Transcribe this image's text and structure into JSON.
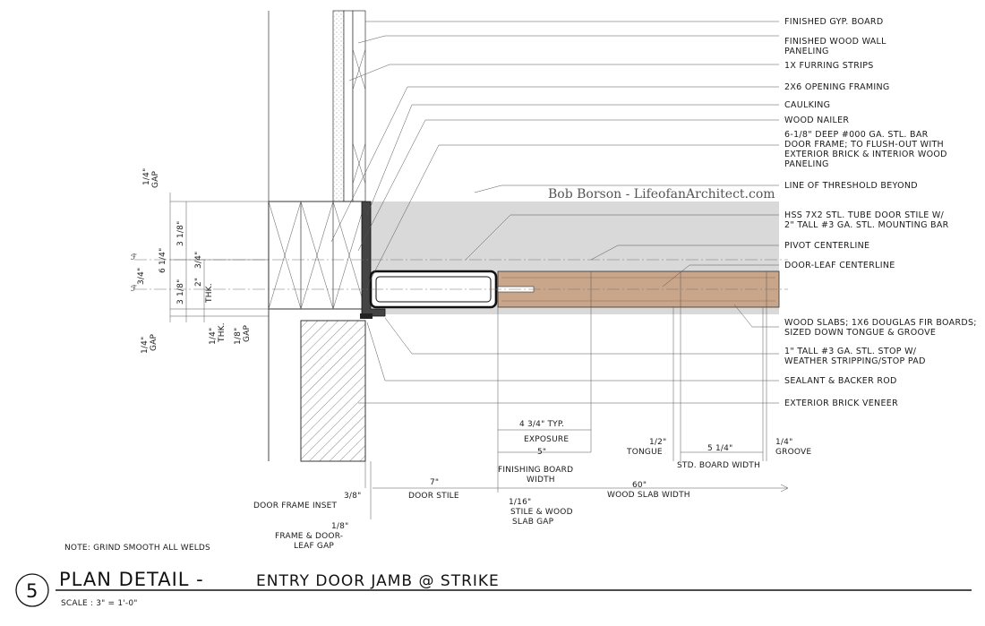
{
  "callouts": [
    "FINISHED GYP. BOARD",
    "FINISHED WOOD WALL",
    "PANELING",
    "1X FURRING STRIPS",
    "2X6 OPENING FRAMING",
    "CAULKING",
    "WOOD NAILER",
    "6-1/8\" DEEP #000 GA. STL. BAR",
    "DOOR FRAME; TO FLUSH-OUT WITH",
    "EXTERIOR BRICK & INTERIOR WOOD",
    "PANELING",
    "LINE OF THRESHOLD BEYOND",
    "HSS 7X2 STL. TUBE DOOR STILE W/",
    "2\" TALL #3 GA. STL. MOUNTING BAR",
    "PIVOT CENTERLINE",
    "DOOR-LEAF CENTERLINE",
    "WOOD SLABS; 1X6 DOUGLAS FIR BOARDS;",
    "SIZED DOWN TONGUE & GROOVE",
    "1\" TALL #3 GA. STL. STOP W/",
    "WEATHER STRIPPING/STOP PAD",
    "SEALANT & BACKER ROD",
    "EXTERIOR BRICK VENEER"
  ],
  "watermark": "Bob Borson - LifeofanArchitect.com",
  "left_dims": [
    "1/4\"",
    "GAP",
    "3 1/8\"",
    "6 1/4\"",
    "3/4\"",
    "3 1/8\"",
    "2\"",
    "THK.",
    "3/4\"",
    "1/4\"",
    "GAP",
    "1/4\"",
    "THK.",
    "1/8\"",
    "GAP",
    "ℱ",
    "ℱ"
  ],
  "bottom_dims": {
    "typ": "4 3/4\" TYP.",
    "exposure": "EXPOSURE",
    "five": "5\"",
    "finishing1": "FINISHING BOARD",
    "finishing2": "WIDTH",
    "tongue_val": "1/2\"",
    "tongue": "TONGUE",
    "five_quarter": "5 1/4\"",
    "std": "STD. BOARD WIDTH",
    "groove_val": "1/4\"",
    "groove": "GROOVE",
    "stile_val": "7\"",
    "stile": "DOOR STILE",
    "slab_val": "60\"",
    "slab": "WOOD SLAB WIDTH",
    "inset_val": "3/8\"",
    "inset": "DOOR FRAME INSET",
    "gap_val": "1/16\"",
    "gap1": "STILE & WOOD",
    "gap2": "SLAB GAP",
    "leaf_val": "1/8\"",
    "leaf1": "FRAME & DOOR-",
    "leaf2": "LEAF GAP"
  },
  "note": "NOTE: GRIND SMOOTH ALL WELDS",
  "title": {
    "number": "5",
    "main": "PLAN DETAIL -",
    "sub": "ENTRY DOOR JAMB @ STRIKE",
    "scale": "SCALE :  3\" = 1'-0\""
  },
  "colors": {
    "threshold_gray": "#d9d9d9",
    "wood": "#c9a58a",
    "line": "#333333"
  }
}
